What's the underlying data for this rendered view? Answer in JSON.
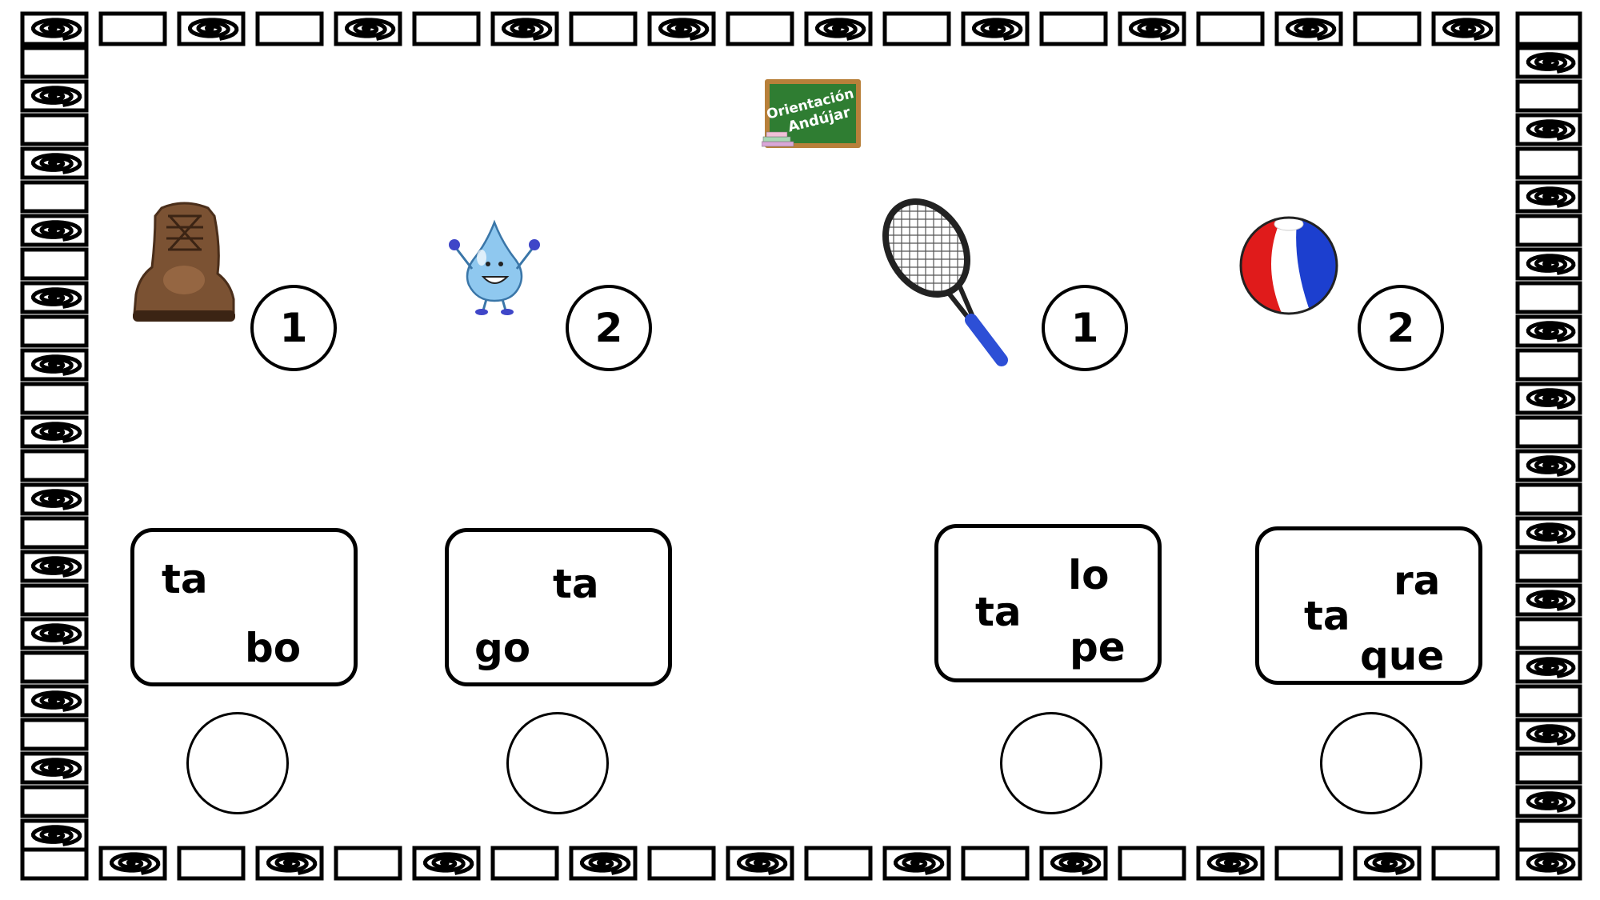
{
  "logo": {
    "line1": "Orientación",
    "line2": "Andújar"
  },
  "items": [
    {
      "image": "boot-icon",
      "number": "1",
      "syllables": [
        "ta",
        "bo"
      ]
    },
    {
      "image": "water-drop-icon",
      "number": "2",
      "syllables": [
        "ta",
        "go"
      ]
    },
    {
      "image": "tennis-racket-icon",
      "number": "1",
      "syllables": [
        "lo",
        "ta",
        "pe"
      ]
    },
    {
      "image": "beach-ball-icon",
      "number": "2",
      "syllables": [
        "ra",
        "ta",
        "que"
      ]
    }
  ],
  "colors": {
    "border": "#000000",
    "boot": "#7b5233",
    "drop": "#8fc8ef",
    "racket_handle": "#2d4fd6",
    "ball_red": "#e01b1b",
    "ball_blue": "#1c3fcf",
    "board": "#2f7d32",
    "board_frame": "#b8803a"
  }
}
